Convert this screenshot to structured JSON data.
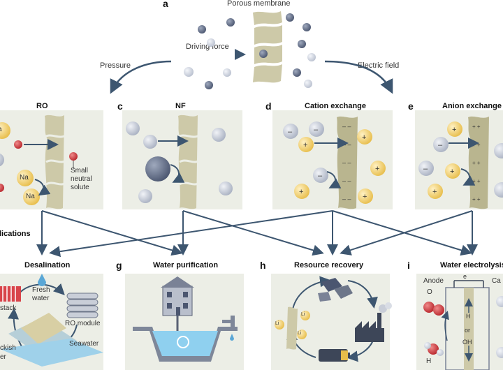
{
  "top": {
    "letter": "a",
    "membrane_label": "Porous membrane",
    "driving_force_label": "Driving force",
    "pressure_label": "Pressure",
    "electric_field_label": "Electric field"
  },
  "panels": {
    "ro": {
      "title": "RO",
      "ion_label_1": "Na",
      "ion_label_2": "Na",
      "ion_label_3": "a",
      "solute_label_1": "Small",
      "solute_label_2": "neutral",
      "solute_label_3": "solute"
    },
    "nf": {
      "letter": "c",
      "title": "NF"
    },
    "cation": {
      "letter": "d",
      "title": "Cation exchange"
    },
    "anion": {
      "letter": "e",
      "title": "Anion exchange"
    }
  },
  "applications_label": "lications",
  "apps": {
    "desal": {
      "title": "Desalination",
      "fresh_1": "Fresh",
      "fresh_2": "water",
      "stack": "stack",
      "ro_module": "RO module",
      "seawater": "Seawater",
      "brackish_1": "ckish",
      "brackish_2": "er"
    },
    "purif": {
      "letter": "g",
      "title": "Water purification"
    },
    "resource": {
      "letter": "h",
      "title": "Resource recovery",
      "li": "Li"
    },
    "electro": {
      "letter": "i",
      "title": "Water electrolysis",
      "anode": "Anode",
      "cathode": "Ca",
      "o2": "O",
      "h2o": "H",
      "h_plus": "H",
      "or": "or",
      "oh": "OH",
      "electron": "e"
    }
  },
  "colors": {
    "panel_bg": "#eceee6",
    "arrow": "#3d5670",
    "membrane": "#c9c6a6",
    "cation": "#f3d27a",
    "anion": "#c9ced8",
    "red": "#d8444a"
  }
}
